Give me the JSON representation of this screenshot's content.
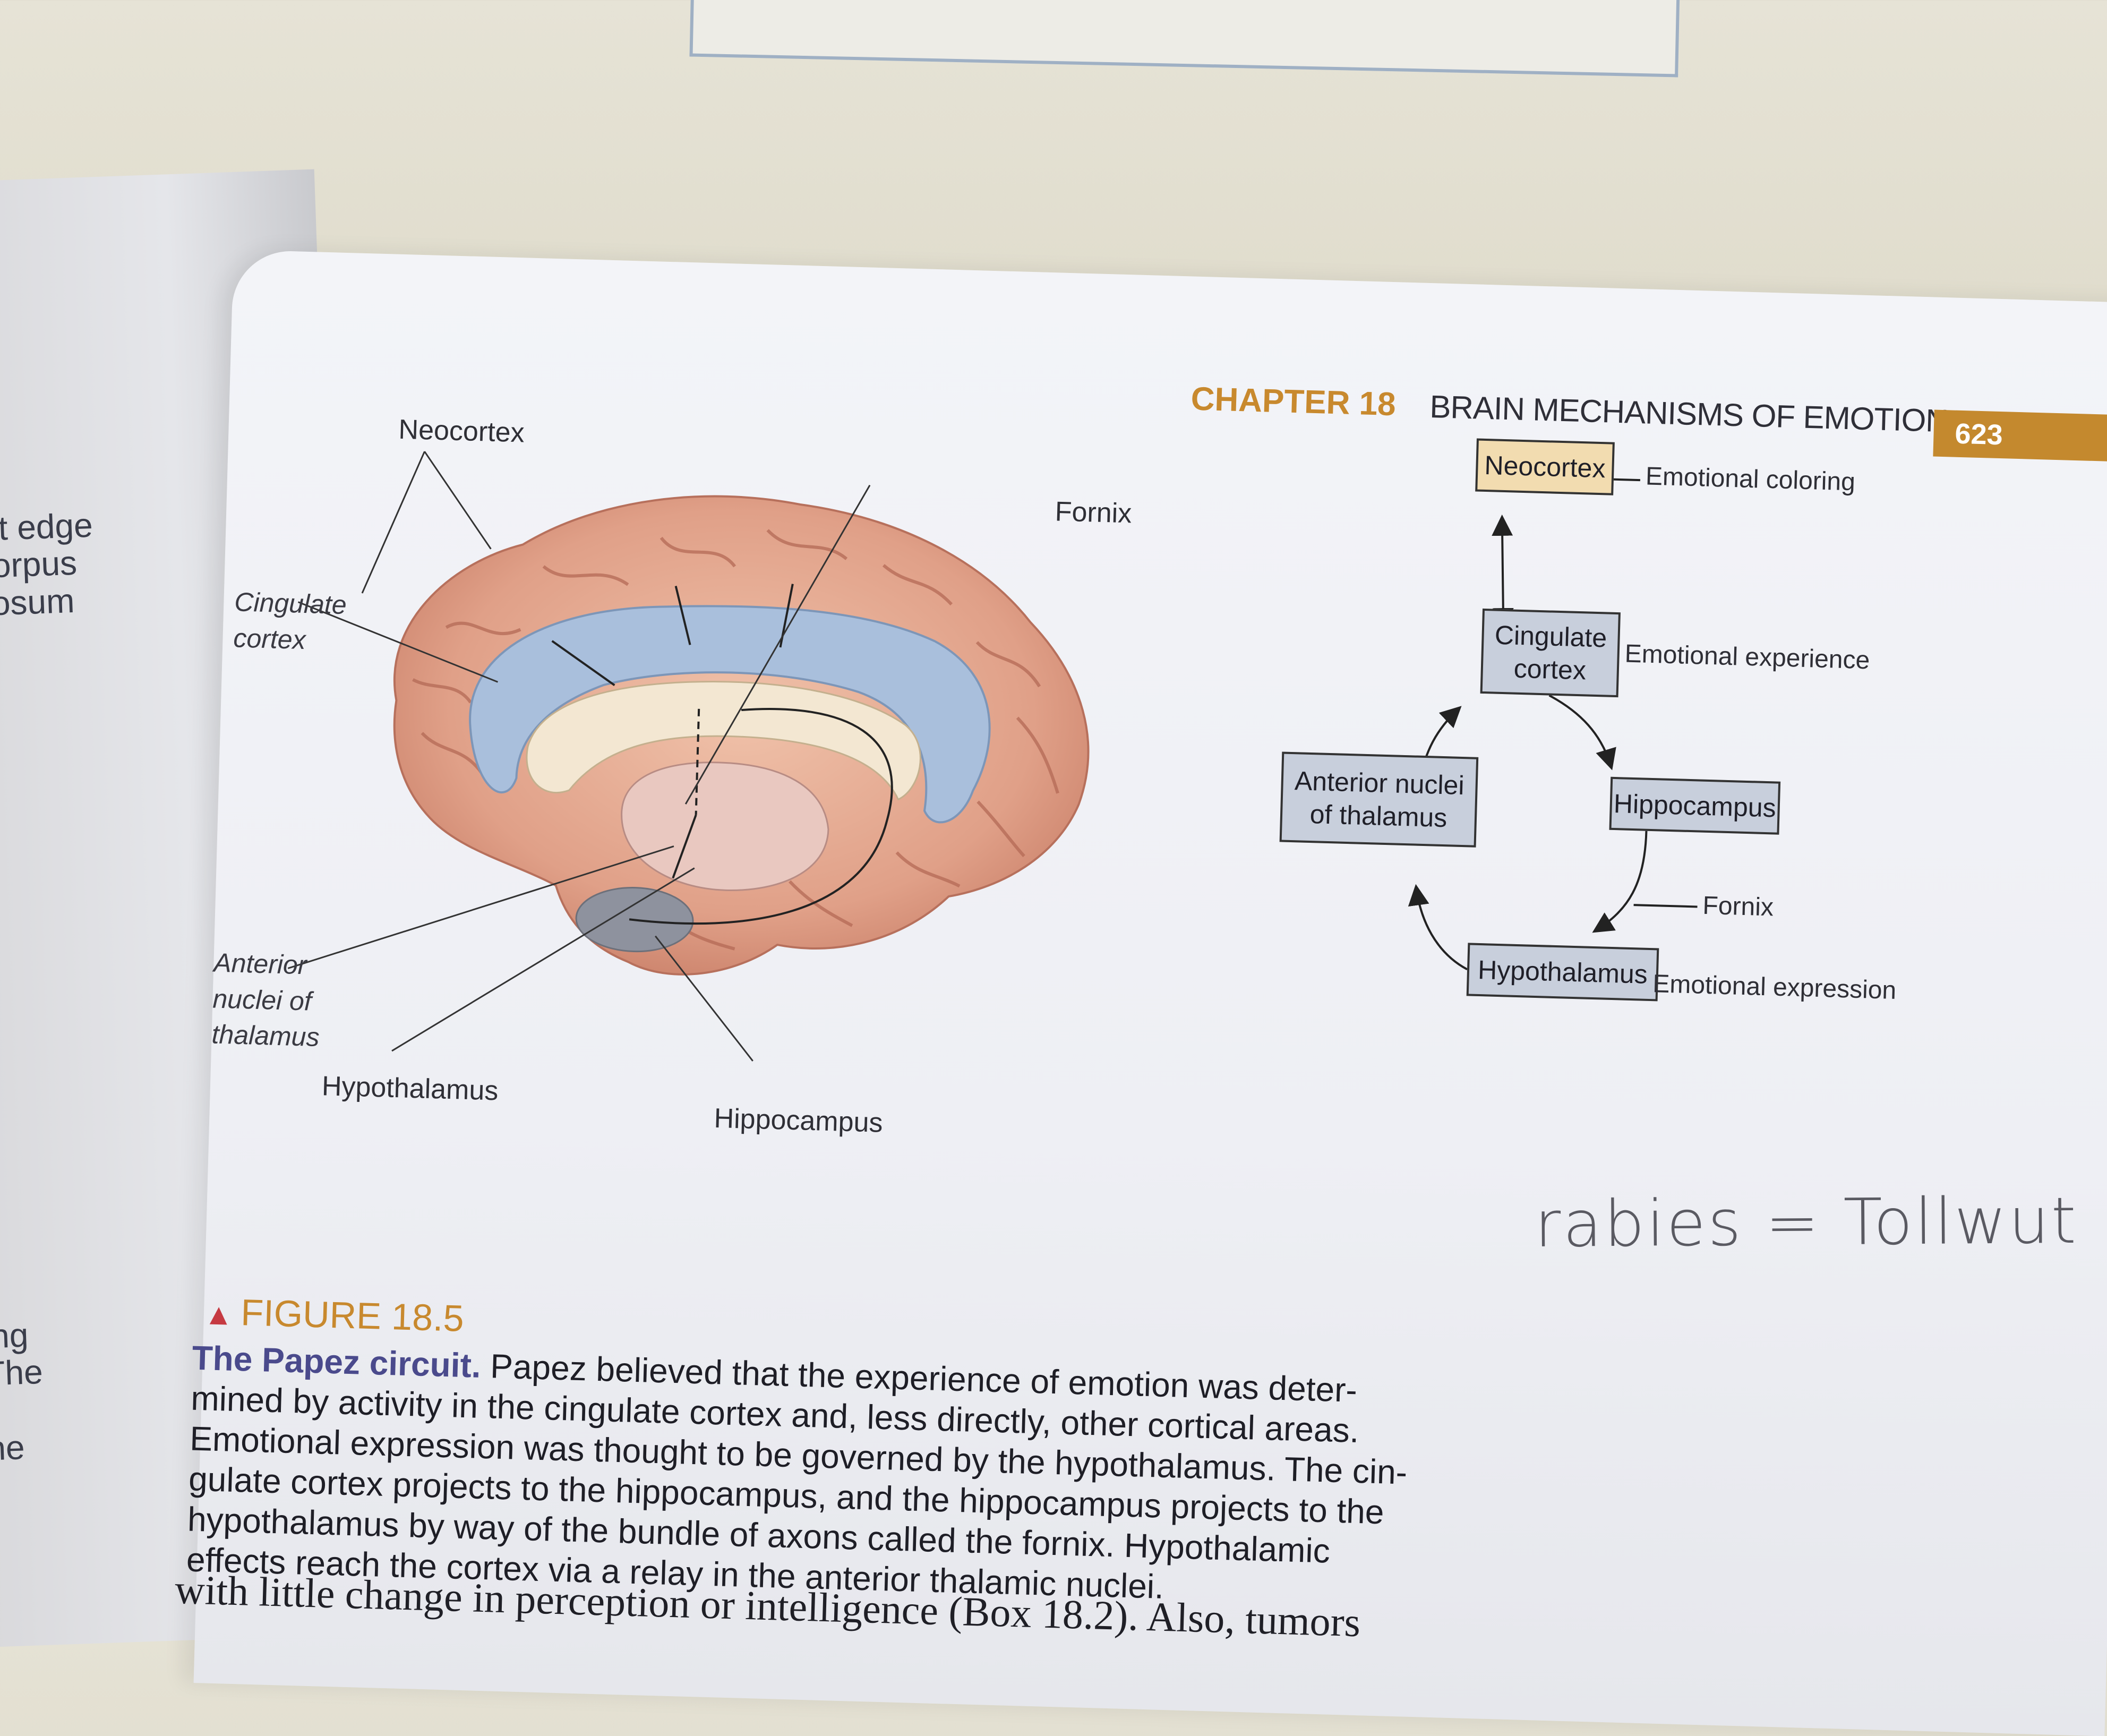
{
  "left_page": {
    "fragment_top": [
      "Cut edge",
      "f corpus",
      "allosum"
    ],
    "fragment_bottom": [
      "ing",
      "The",
      "he"
    ]
  },
  "header": {
    "chapter_label": "CHAPTER 18",
    "chapter_title": "BRAIN MECHANISMS OF EMOTION",
    "page_number": "623"
  },
  "brain_figure": {
    "labels": {
      "neocortex": "Neocortex",
      "fornix": "Fornix",
      "cingulate_line1": "Cingulate",
      "cingulate_line2": "cortex",
      "anterior_line1": "Anterior",
      "anterior_line2": "nuclei of",
      "anterior_line3": "thalamus",
      "hypothalamus": "Hypothalamus",
      "hippocampus": "Hippocampus"
    }
  },
  "circuit_diagram": {
    "neocortex": "Neocortex",
    "cingulate_line1": "Cingulate",
    "cingulate_line2": "cortex",
    "hippocampus": "Hippocampus",
    "hypothalamus": "Hypothalamus",
    "anterior_line1": "Anterior nuclei",
    "anterior_line2": "of thalamus",
    "fornix": "Fornix",
    "emotional_coloring": "Emotional coloring",
    "emotional_experience": "Emotional experience",
    "emotional_expression": "Emotional expression"
  },
  "figure": {
    "marker": "▲",
    "title": "FIGURE 18.5",
    "caption_lead": "The Papez circuit.",
    "caption_lines": [
      " Papez believed that the experience of emotion was deter-",
      "mined by activity in the cingulate cortex and, less directly, other cortical areas.",
      "Emotional expression was thought to be governed by the hypothalamus. The cin-",
      "gulate cortex projects to the hippocampus, and the hippocampus projects to the",
      "hypothalamus by way of the bundle of axons called the fornix. Hypothalamic",
      "effects reach the cortex via a relay in the anterior thalamic nuclei."
    ]
  },
  "body_text": "with little change in perception or intelligence (Box 18.2). Also, tumors",
  "handwritten_note": "rabies = Tollwut"
}
